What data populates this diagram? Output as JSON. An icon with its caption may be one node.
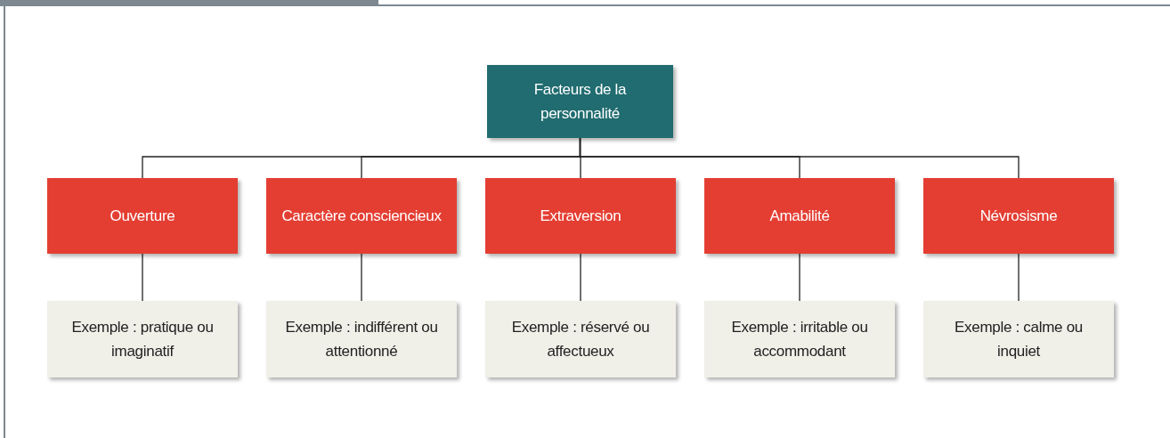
{
  "diagram": {
    "nodes": [
      {
        "text": [
          "Facteurs de la personnalité"
        ]
      },
      {
        "text": [
          "Ouverture"
        ]
      },
      {
        "text": [
          "Caractère consciencieux"
        ]
      },
      {
        "text": [
          "Extraversion"
        ]
      },
      {
        "text": [
          "Amabilité"
        ]
      },
      {
        "text": [
          "Névrosisme"
        ]
      },
      {
        "text": [
          "Exemple : pratique ou imaginatif"
        ]
      },
      {
        "text": [
          "Exemple : indifférent ou attentionné"
        ]
      },
      {
        "text": [
          "Exemple : réservé ou affectueux"
        ]
      },
      {
        "text": [
          "Exemple : irritable ou accommodant"
        ]
      },
      {
        "text": [
          "Exemple : calme ou inquiet"
        ]
      }
    ],
    "edges": [
      {
        "from": 0,
        "to": 1,
        "arrow": "none"
      },
      {
        "from": 0,
        "to": 2,
        "arrow": "none"
      },
      {
        "from": 0,
        "to": 3,
        "arrow": "none"
      },
      {
        "from": 0,
        "to": 4,
        "arrow": "none"
      },
      {
        "from": 0,
        "to": 5,
        "arrow": "none"
      },
      {
        "from": 1,
        "to": 6,
        "arrow": "none"
      },
      {
        "from": 2,
        "to": 7,
        "arrow": "none"
      },
      {
        "from": 3,
        "to": 8,
        "arrow": "none"
      },
      {
        "from": 4,
        "to": 9,
        "arrow": "none"
      },
      {
        "from": 5,
        "to": 10,
        "arrow": "none"
      }
    ]
  }
}
